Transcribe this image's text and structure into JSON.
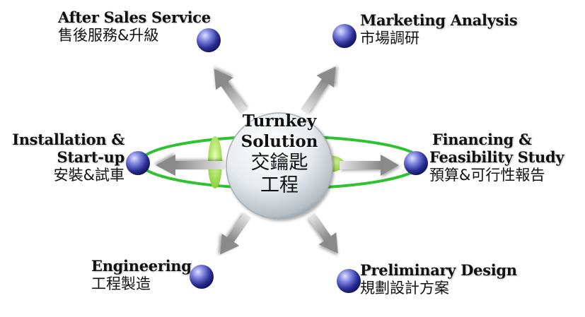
{
  "center": {
    "title_line1": "Turnkey",
    "title_line2": "Solution",
    "zh_line1": "交鑰匙",
    "zh_line2": "工程"
  },
  "nodes": {
    "after_sales": {
      "en": "After Sales Service",
      "zh": "售後服務&升級"
    },
    "marketing": {
      "en": "Marketing Analysis",
      "zh": "市場調研"
    },
    "installation": {
      "en_line1": "Installation &",
      "en_line2": "Start-up",
      "zh": "安裝&試車"
    },
    "financing": {
      "en_line1": "Financing &",
      "en_line2": "Feasibility Study",
      "zh": "預算&可行性報告"
    },
    "engineering": {
      "en": "Engineering",
      "zh": "工程製造"
    },
    "preliminary": {
      "en": "Preliminary Design",
      "zh": "規劃設計方案"
    }
  },
  "colors": {
    "orbit": "#2fc22f",
    "arrow": "#9a9a9a",
    "node": "#2c2f9a",
    "node_highlight": "#c9ccff",
    "center": "#d6dbe0"
  }
}
